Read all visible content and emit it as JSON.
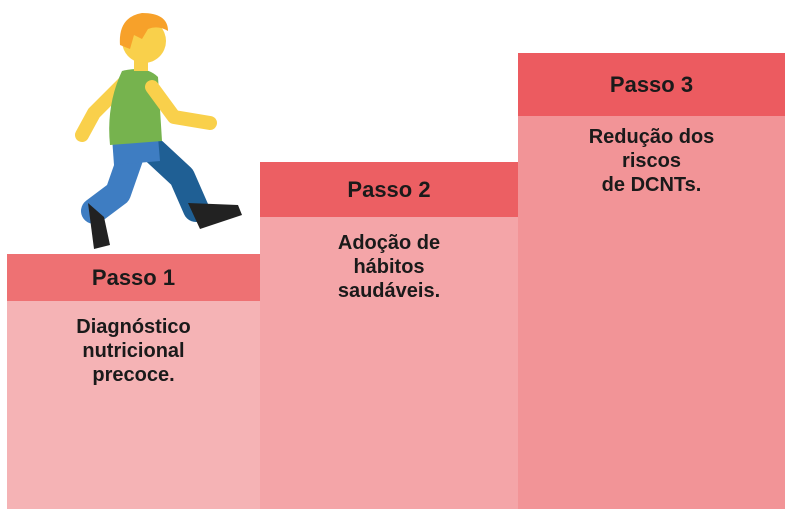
{
  "colors": {
    "step1_header": "#ee7173",
    "step1_body": "#f5b3b5",
    "step2_header": "#ec5f63",
    "step2_body": "#f4a5a8",
    "step3_header": "#ec5b60",
    "step3_body": "#f29497"
  },
  "illustration": {
    "icon": "walking-person-icon"
  },
  "steps": [
    {
      "title": "Passo 1",
      "text": "Diagnóstico\nnutricional\nprecoce."
    },
    {
      "title": "Passo 2",
      "text": "Adoção de\nhábitos\nsaudáveis."
    },
    {
      "title": "Passo 3",
      "text": "Redução dos\nriscos\nde DCNTs."
    }
  ]
}
